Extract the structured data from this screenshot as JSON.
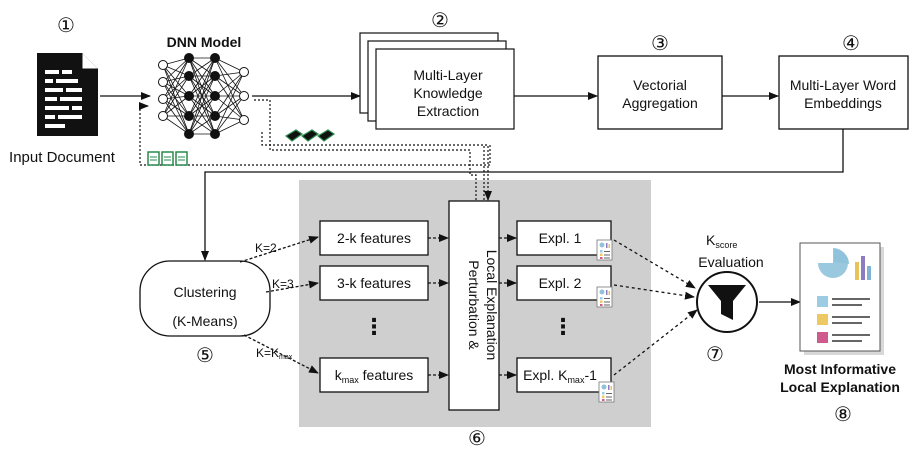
{
  "steps": {
    "s1": "①",
    "s2": "②",
    "s3": "③",
    "s4": "④",
    "s5": "⑤",
    "s6": "⑥",
    "s7": "⑦",
    "s8": "⑧"
  },
  "input_document": "Input Document",
  "dnn_model": "DNN Model",
  "extraction": [
    "Multi-Layer",
    "Knowledge",
    "Extraction"
  ],
  "aggregation": [
    "Vectorial",
    "Aggregation"
  ],
  "embeddings": [
    "Multi-Layer Word",
    "Embeddings"
  ],
  "clustering": [
    "Clustering",
    "(K-Means)"
  ],
  "edge_labels": {
    "k2": "K=2",
    "k3": "K=3",
    "kmax_main": "K=K",
    "kmax_sub": "max"
  },
  "features": {
    "f2": "2-k features",
    "f3": "3-k features",
    "fmax_prefix": "k",
    "fmax_sub": "max",
    "fmax_suffix": " features",
    "dots": "⋮"
  },
  "perturbation": [
    "Perturbation &",
    "Local Explanation"
  ],
  "explanations": {
    "e1": "Expl. 1",
    "e2": "Expl. 2",
    "emax_prefix": "Expl. K",
    "emax_sub": "max",
    "emax_suffix": "-1",
    "dots": "⋮"
  },
  "kscore": {
    "k": "K",
    "sub": "score",
    "label": "Evaluation"
  },
  "result": [
    "Most Informative",
    "Local Explanation"
  ],
  "colors": {
    "gray_panel": "#cfcfcf",
    "pie": "#8fc3dc",
    "bar_purple": "#8e7cc3",
    "bar_yellow": "#e8c25a",
    "bar_blue": "#7fb3d5",
    "block_blue": "#9ccbe4",
    "block_yellow": "#eec863",
    "block_pink": "#cf5b8e",
    "doc_green": "#2a8a4c"
  }
}
